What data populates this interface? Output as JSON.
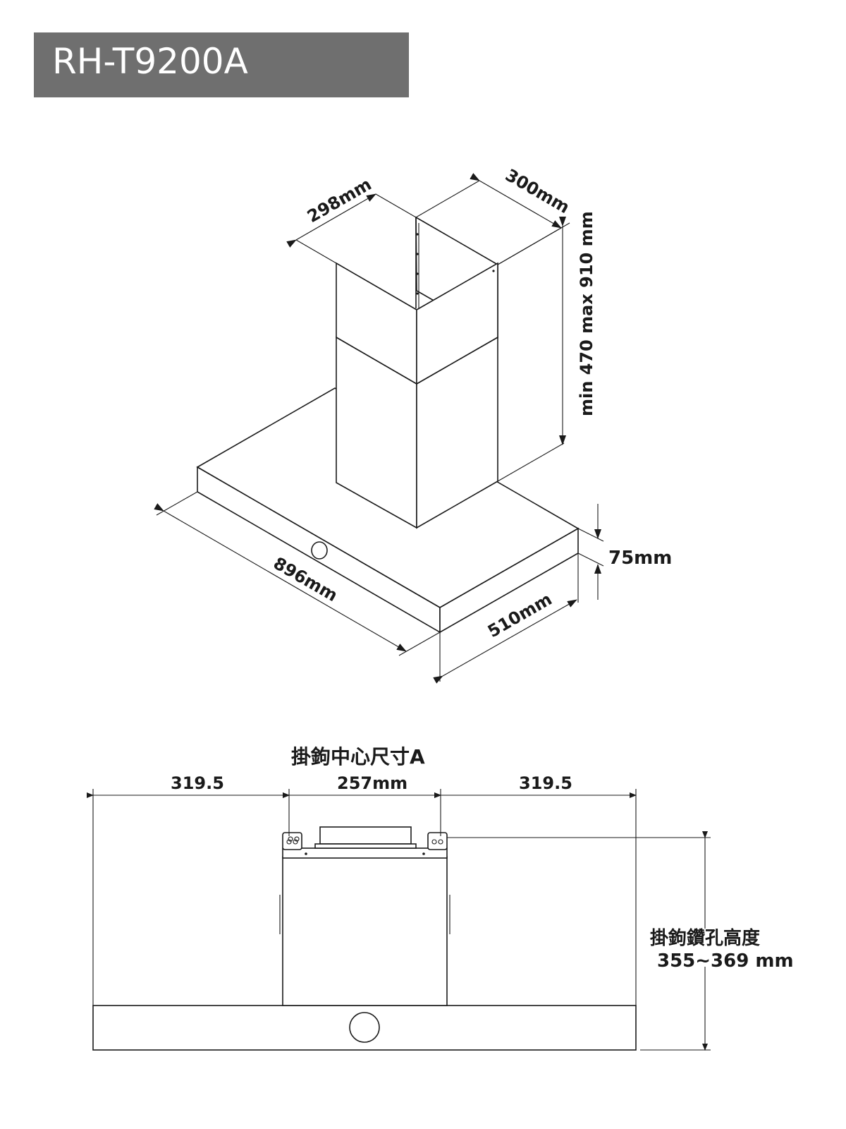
{
  "title": "RH-T9200A",
  "iso_view": {
    "chimney_width": "298mm",
    "chimney_depth": "300mm",
    "chimney_height": "min 470 max 910 mm",
    "hood_width": "896mm",
    "hood_depth": "510mm",
    "hood_thickness": "75mm"
  },
  "front_view": {
    "hook_center_label": "掛鉤中心尺寸A",
    "left_offset": "319.5",
    "hook_spacing": "257mm",
    "right_offset": "319.5",
    "drill_height_label": "掛鉤鑽孔高度",
    "drill_height_value": "355~369 mm"
  }
}
